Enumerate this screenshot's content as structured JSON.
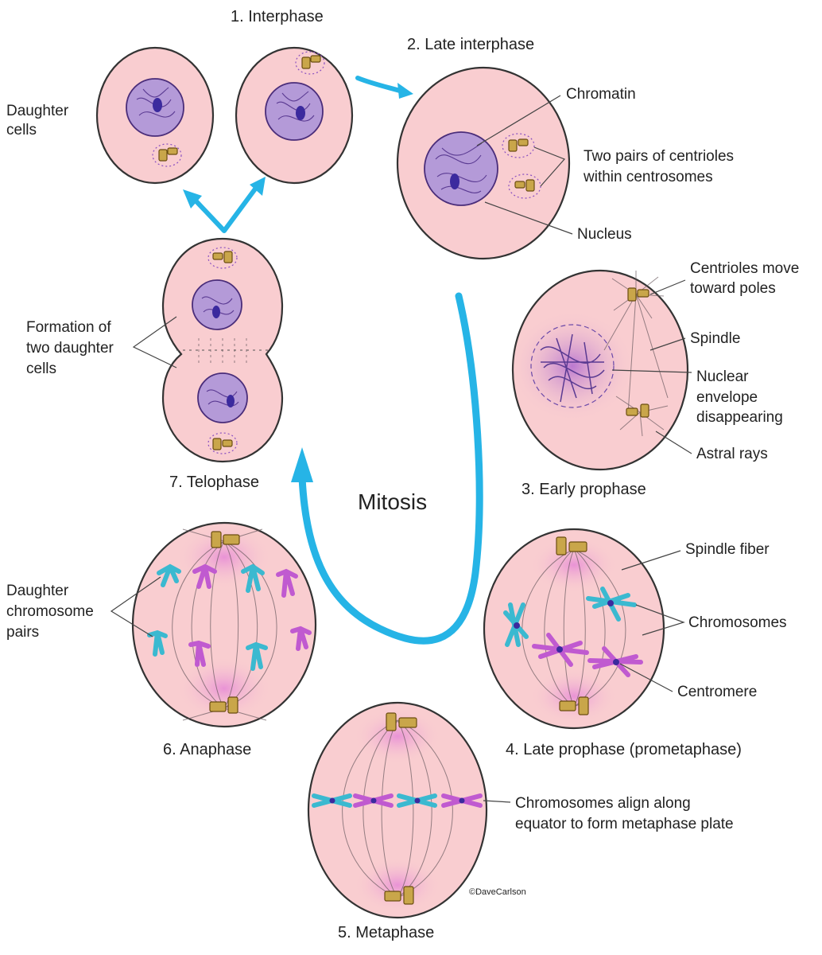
{
  "stages": {
    "s1": "1. Interphase",
    "s2": "2. Late interphase",
    "s3": "3. Early prophase",
    "s4": "4. Late prophase (prometaphase)",
    "s5": "5. Metaphase",
    "s6": "6. Anaphase",
    "s7": "7. Telophase"
  },
  "center_label": "Mitosis",
  "labels": {
    "daughter_cells": [
      "Daughter",
      "cells"
    ],
    "chromatin": "Chromatin",
    "centriole_pairs": [
      "Two pairs of centrioles",
      "within centrosomes"
    ],
    "nucleus": "Nucleus",
    "centrioles_move": [
      "Centrioles move",
      "toward poles"
    ],
    "spindle": "Spindle",
    "nuclear_envelope": [
      "Nuclear",
      "envelope",
      "disappearing"
    ],
    "astral_rays": "Astral rays",
    "spindle_fiber": "Spindle fiber",
    "chromosomes": "Chromosomes",
    "centromere": "Centromere",
    "metaphase_plate": [
      "Chromosomes align along",
      "equator to form metaphase plate"
    ],
    "formation": [
      "Formation of",
      "two daughter",
      "cells"
    ],
    "daughter_pairs": [
      "Daughter",
      "chromosome",
      "pairs"
    ]
  },
  "copyright": "©DaveCarlson",
  "colors": {
    "cell": "#f9cdd0",
    "nucleus": "#b49ad8",
    "arrow": "#26b4e6",
    "chromosome_a": "#3bb9d0",
    "chromosome_b": "#c05ad0",
    "centriole": "#c9a64a"
  }
}
